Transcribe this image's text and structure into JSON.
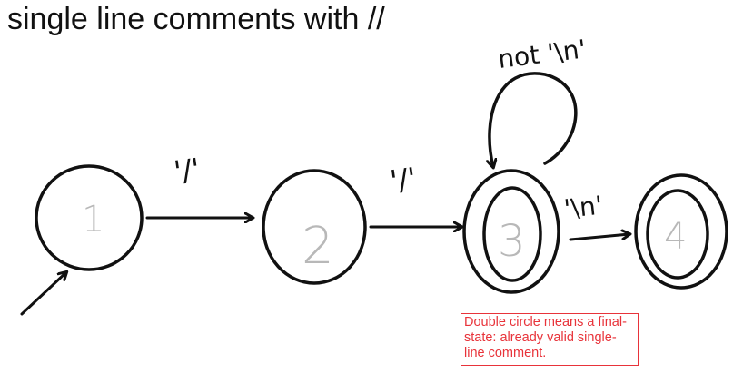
{
  "title": "single line comments with //",
  "states": [
    {
      "label": "1"
    },
    {
      "label": "2"
    },
    {
      "label": "3"
    },
    {
      "label": "4"
    }
  ],
  "transitions": [
    {
      "label": "'/'"
    },
    {
      "label": "'/'"
    },
    {
      "label": "'\\n'"
    },
    {
      "label": "not '\\n'"
    }
  ],
  "note": "Double circle means a final-state: already valid single-line comment."
}
